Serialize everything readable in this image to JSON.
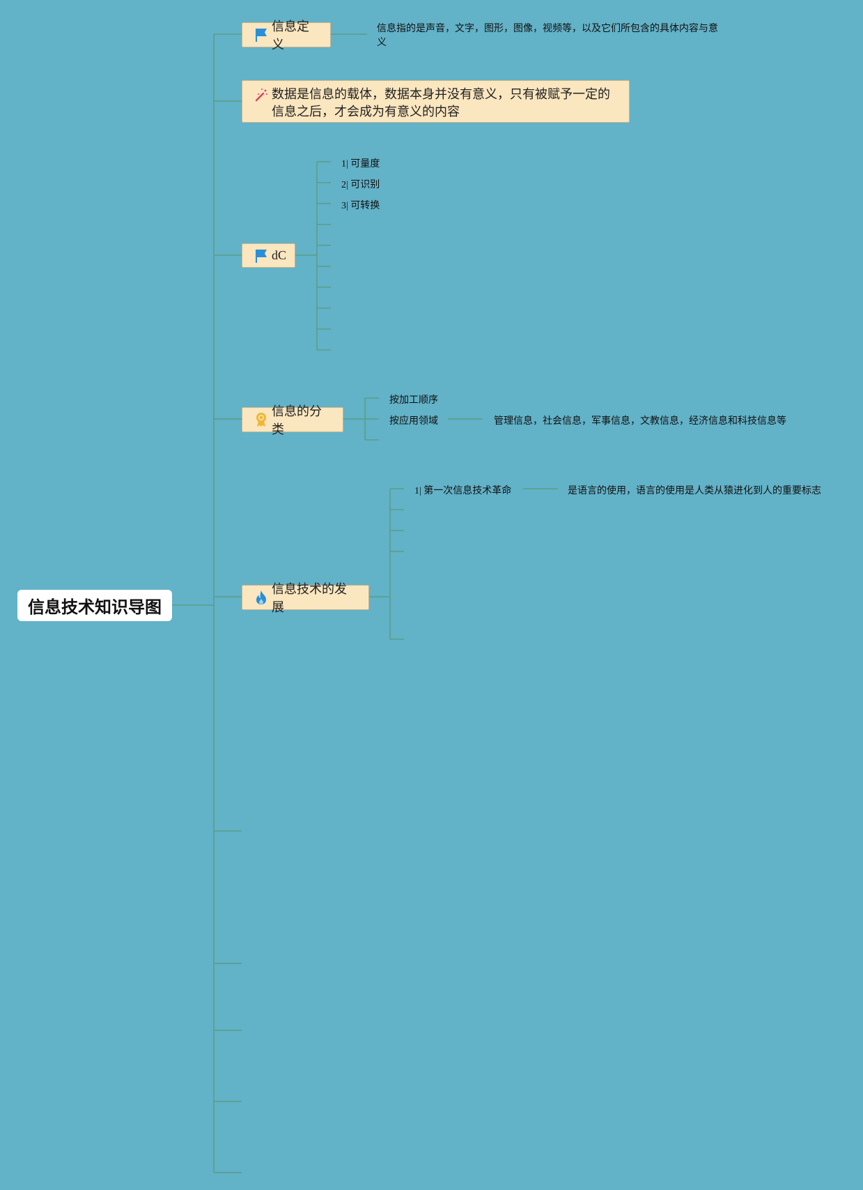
{
  "root": {
    "title": "信息技术知识导图"
  },
  "topics": {
    "definition": {
      "label": "信息定义",
      "icon": "flag-icon",
      "detail": "信息指的是声音，文字，图形，图像，视频等，以及它们所包含的具体内容与意义"
    },
    "data": {
      "label": "数据是信息的载体，数据本身并没有意义，只有被赋予一定的信息之后，才会成为有意义的内容",
      "icon": "magic-wand-icon"
    },
    "dc": {
      "label": "dC",
      "icon": "flag-icon",
      "items": [
        "1| 可量度",
        "2| 可识别",
        "3| 可转换"
      ]
    },
    "classification": {
      "label": "信息的分类",
      "icon": "award-icon",
      "items": [
        "按加工顺序",
        "按应用领域"
      ],
      "detail": "管理信息，社会信息，军事信息，文教信息，经济信息和科技信息等"
    },
    "development": {
      "label": "信息技术的发展",
      "icon": "fire-icon",
      "items": [
        "1| 第一次信息技术革命"
      ],
      "detail": "是语言的使用，语言的使用是人类从猿进化到人的重要标志"
    }
  },
  "colors": {
    "background": "#62b2c8",
    "topic_fill": "#fae6bf",
    "connector": "#5a9a7a",
    "flag": "#2a8fd6",
    "wand": "#e0405a",
    "award": "#f2b636",
    "fire": "#2a8fd6"
  }
}
